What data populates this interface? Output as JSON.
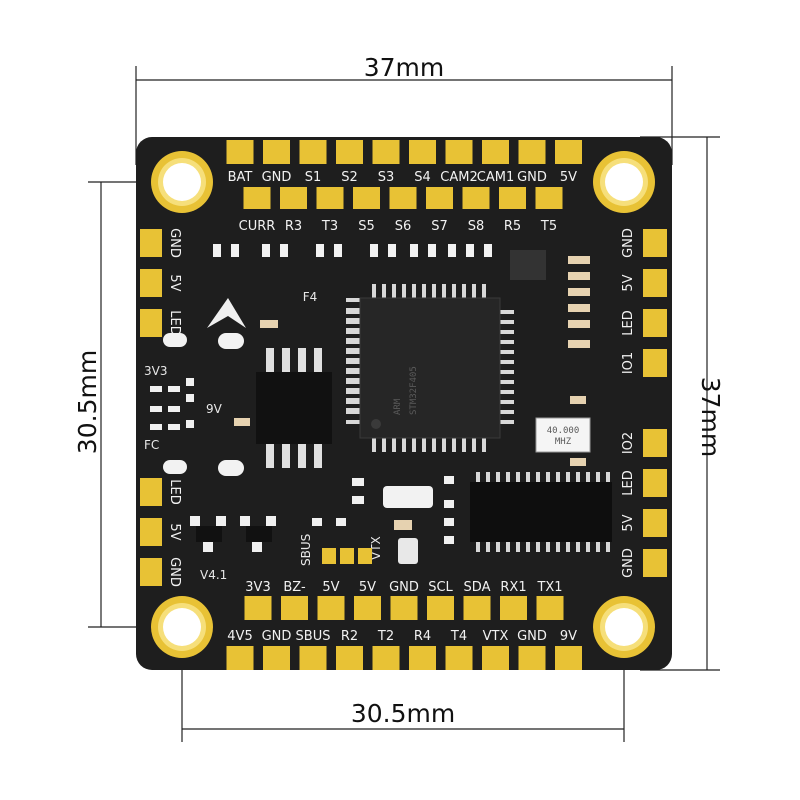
{
  "dimensions": {
    "top_width": "37mm",
    "right_height": "37mm",
    "left_height": "30.5mm",
    "bottom_width": "30.5mm"
  },
  "board": {
    "mcu_label": "F4",
    "version": "V4.1",
    "fc_label": "FC",
    "rail_3v3": "3V3",
    "rail_9v": "9V",
    "sbus_label": "SBUS",
    "vtx_label": "VTX",
    "crystal_line1": "40.000",
    "crystal_line2": "MHZ",
    "mcu_brand": "ARM",
    "mcu_model": "STM32F405",
    "colors": {
      "pcb": "#1e1e1e",
      "pad": "#e8c235",
      "ring": "#f3d66a"
    }
  },
  "pads": {
    "top_row_outer": [
      "BAT",
      "GND",
      "S1",
      "S2",
      "S3",
      "S4",
      "CAM2",
      "CAM1",
      "GND",
      "5V"
    ],
    "top_row_inner": [
      "CURR",
      "R3",
      "T3",
      "S5",
      "S6",
      "S7",
      "S8",
      "R5",
      "T5"
    ],
    "left_top": [
      "GND",
      "5V",
      "LED"
    ],
    "left_bottom": [
      "LED",
      "5V",
      "GND"
    ],
    "right_column": [
      "GND",
      "5V",
      "LED",
      "IO1",
      "IO2",
      "LED",
      "5V",
      "GND"
    ],
    "bottom_row_inner": [
      "3V3",
      "BZ-",
      "5V",
      "5V",
      "GND",
      "SCL",
      "SDA",
      "RX1",
      "TX1"
    ],
    "bottom_row_outer": [
      "4V5",
      "GND",
      "SBUS",
      "R2",
      "T2",
      "R4",
      "T4",
      "VTX",
      "GND",
      "9V"
    ]
  }
}
